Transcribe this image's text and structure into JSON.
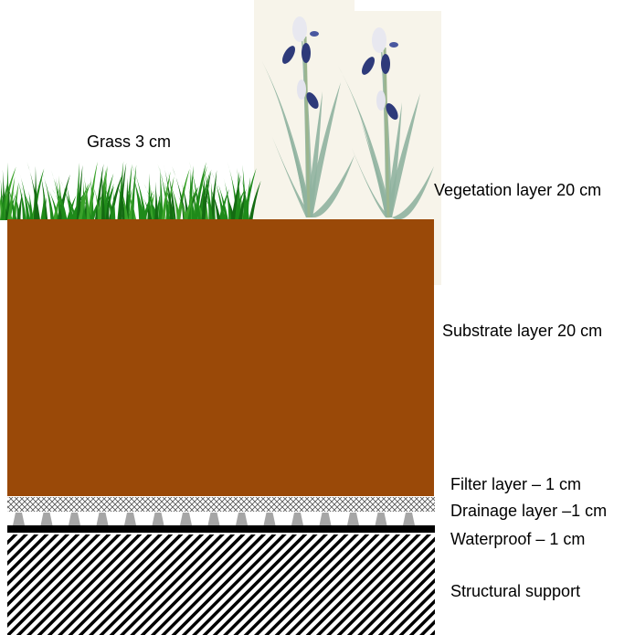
{
  "title": "Green roof layers",
  "labels": {
    "grass": "Grass 3 cm",
    "vegetation": "Vegetation layer 20 cm",
    "substrate": "Substrate layer 20 cm",
    "filter": "Filter layer – 1 cm",
    "drainage": "Drainage layer –1 cm",
    "waterproof": "Waterproof – 1 cm",
    "structural": "Structural support"
  },
  "colors": {
    "substrate": "#9a4908",
    "grass": "#1f8a1a",
    "drainage_cone": "#a6a6a6",
    "waterproof": "#000000",
    "iris_leaf": "#8fb3a0",
    "iris_flower": "#2e3a7a",
    "plate_bg": "#f7f4ea"
  }
}
